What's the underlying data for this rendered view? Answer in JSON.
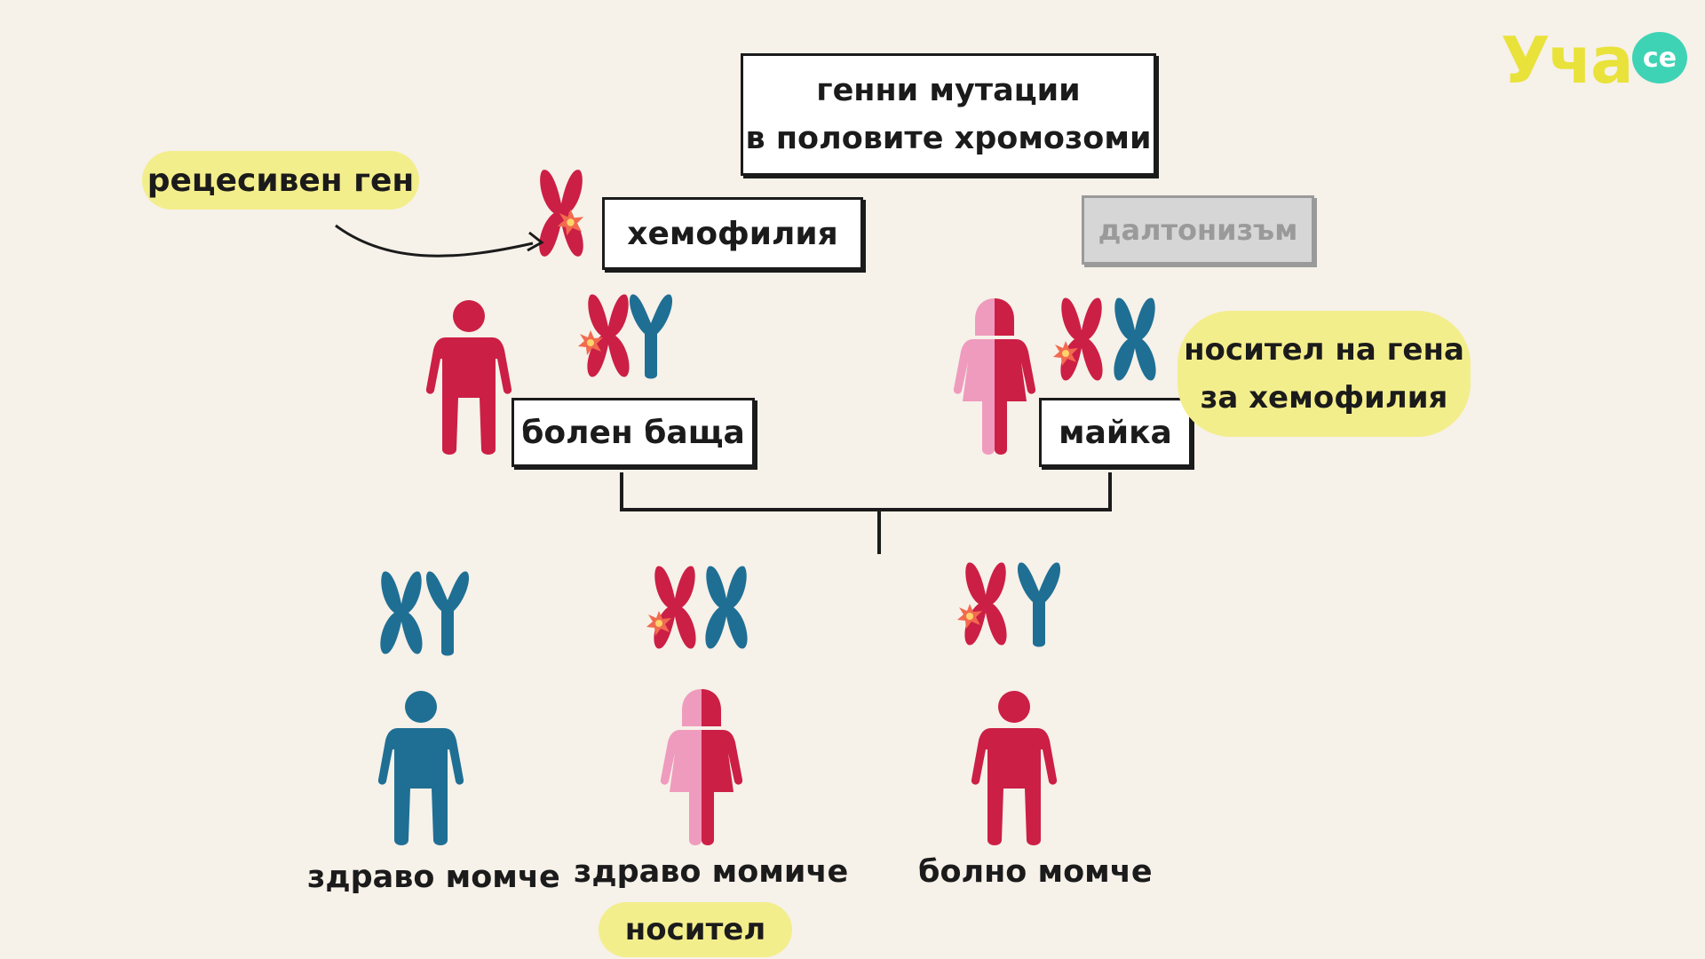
{
  "title": {
    "line1": "генни мутации",
    "line2": "в половите хромозоми"
  },
  "gene_label": "рецесивен ген",
  "disease_active": "хемофилия",
  "disease_inactive": "далтонизъм",
  "parents": {
    "father": "болен баща",
    "mother": "майка",
    "mother_note_line1": "носител на гена",
    "mother_note_line2": "за хемофилия"
  },
  "children": [
    {
      "label": "здраво момче"
    },
    {
      "label": "здраво момиче",
      "tag": "носител"
    },
    {
      "label": "болно момче"
    }
  ],
  "logo": {
    "text": "Уча",
    "badge": "се"
  },
  "colors": {
    "red": "#cc1f45",
    "blue": "#1f6f94",
    "pink": "#ef9bbd",
    "highlight": "#f3ee8c"
  }
}
